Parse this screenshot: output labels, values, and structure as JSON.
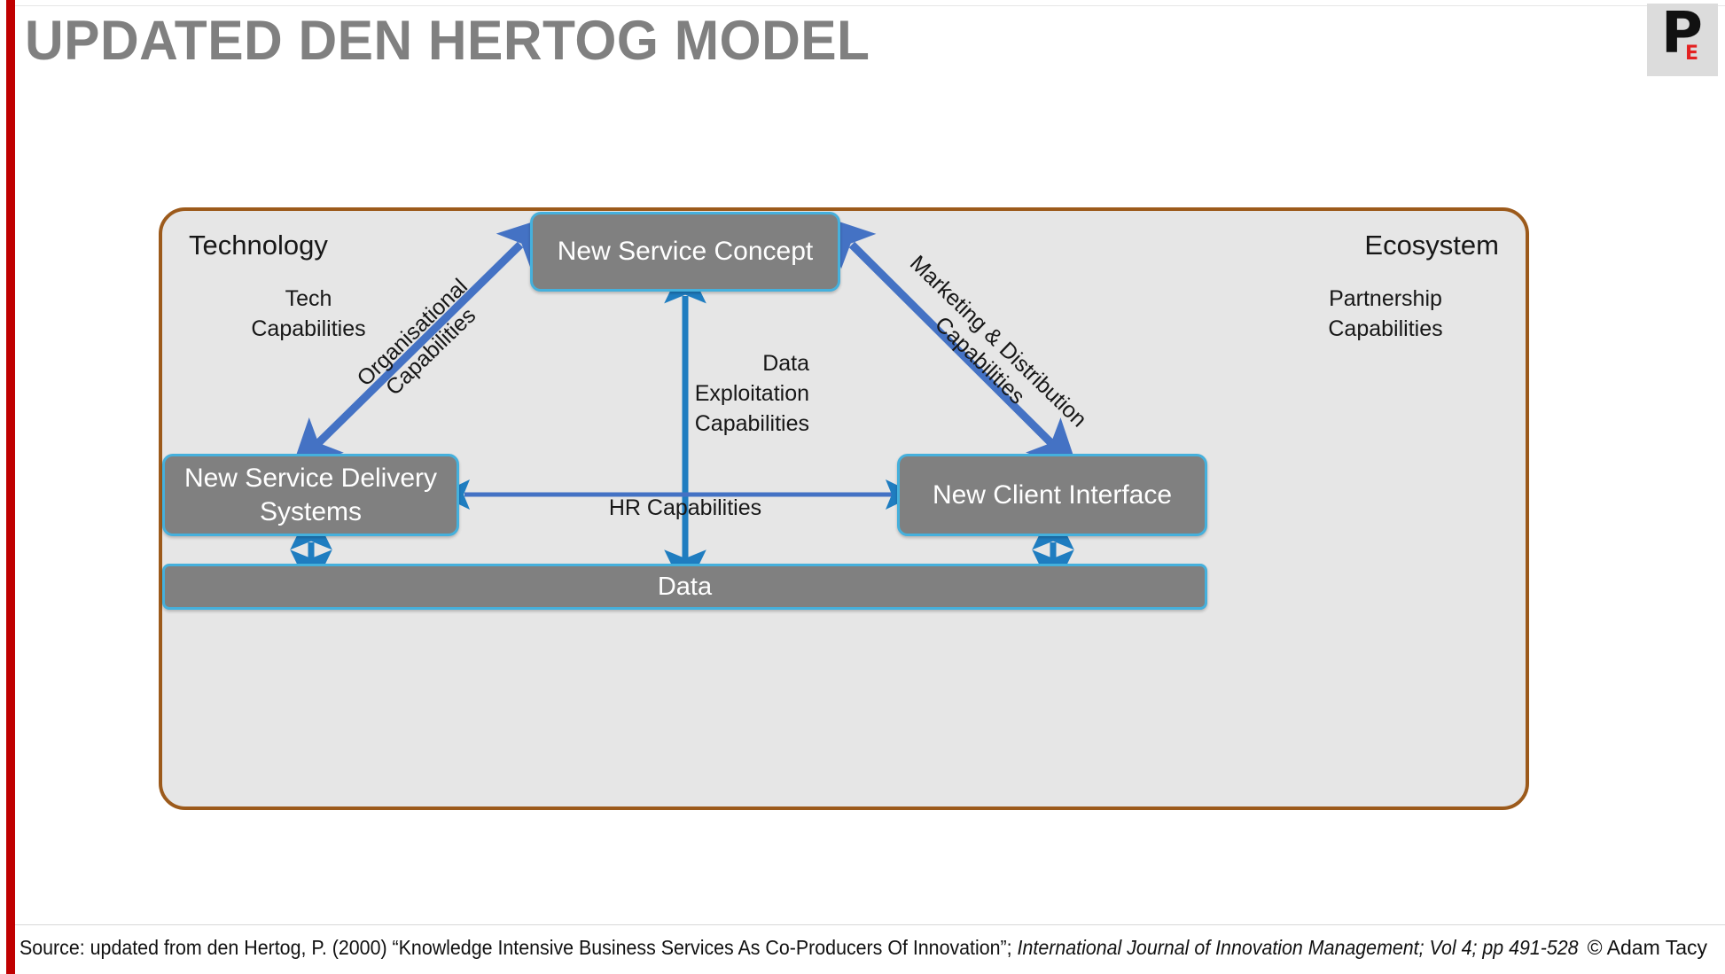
{
  "slide": {
    "title": "UPDATED DEN HERTOG MODEL",
    "accent_red": "#C00000",
    "title_color": "#808080"
  },
  "logo": {
    "primary_letter": "P",
    "secondary_letter": "E",
    "primary_color": "#111111",
    "secondary_color": "#E32222",
    "background": "#DCDCDC"
  },
  "diagram": {
    "border_color": "#9C5A1B",
    "fill_color": "#E6E6E6",
    "node_fill": "#808080",
    "node_border": "#45B0DC",
    "arrow_color_diagonal": "#4472C4",
    "arrow_color_straight": "#1F7DC0",
    "zones": [
      {
        "title": "Technology",
        "subtitle_line1": "Tech",
        "subtitle_line2": "Capabilities"
      },
      {
        "title": "Ecosystem",
        "subtitle_line1": "Partnership",
        "subtitle_line2": "Capabilities"
      }
    ],
    "nodes": [
      {
        "id": "new-service-concept",
        "label": "New Service Concept"
      },
      {
        "id": "new-service-delivery-systems",
        "label": "New Service Delivery Systems"
      },
      {
        "id": "new-client-interface",
        "label": "New Client Interface"
      },
      {
        "id": "data",
        "label": "Data"
      }
    ],
    "edge_labels": {
      "organisational_line1": "Organisational",
      "organisational_line2": "Capabilities",
      "marketing_line1": "Marketing & Distribution",
      "marketing_line2": "Capabilities",
      "data_exploitation_line1": "Data",
      "data_exploitation_line2": "Exploitation",
      "data_exploitation_line3": "Capabilities",
      "hr": "HR Capabilities"
    }
  },
  "footer": {
    "source_prefix": "Source: updated from den Hertog, P. (2000) “Knowledge Intensive Business Services As Co-Producers Of Innovation”; ",
    "source_italic": "International Journal of Innovation Management; Vol 4; pp 491-528",
    "credit": "© Adam Tacy"
  }
}
